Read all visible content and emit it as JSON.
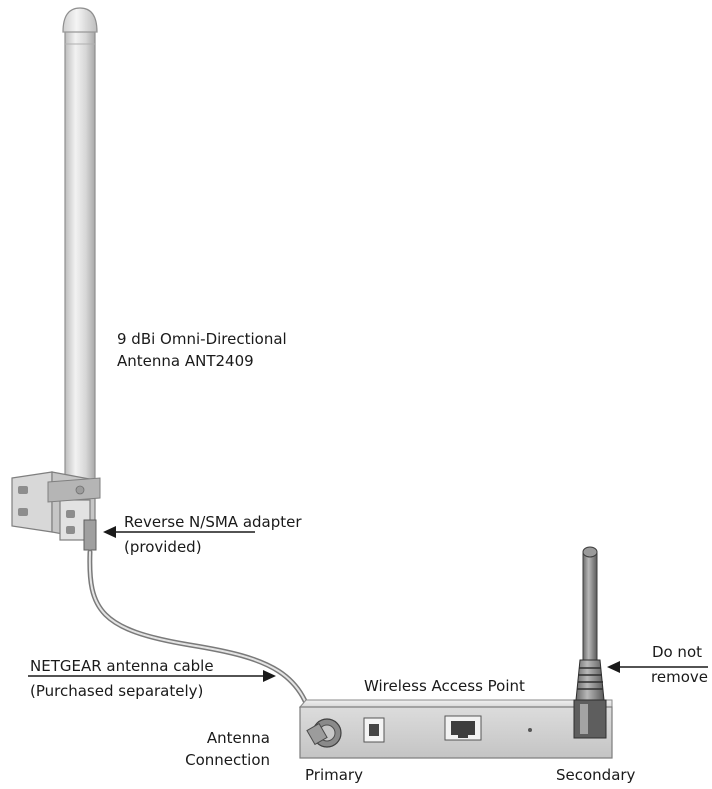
{
  "labels": {
    "antenna_line1": "9 dBi Omni-Directional",
    "antenna_line2": "Antenna ANT2409",
    "adapter_line1": "Reverse N/SMA adapter",
    "adapter_line2": "(provided)",
    "cable_line1": "NETGEAR antenna cable",
    "cable_line2": "(Purchased separately)",
    "device": "Wireless Access Point",
    "connection_line1": "Antenna",
    "connection_line2": "Connection",
    "primary": "Primary",
    "secondary": "Secondary",
    "donot_line1": "Do not",
    "donot_line2": "remove"
  }
}
